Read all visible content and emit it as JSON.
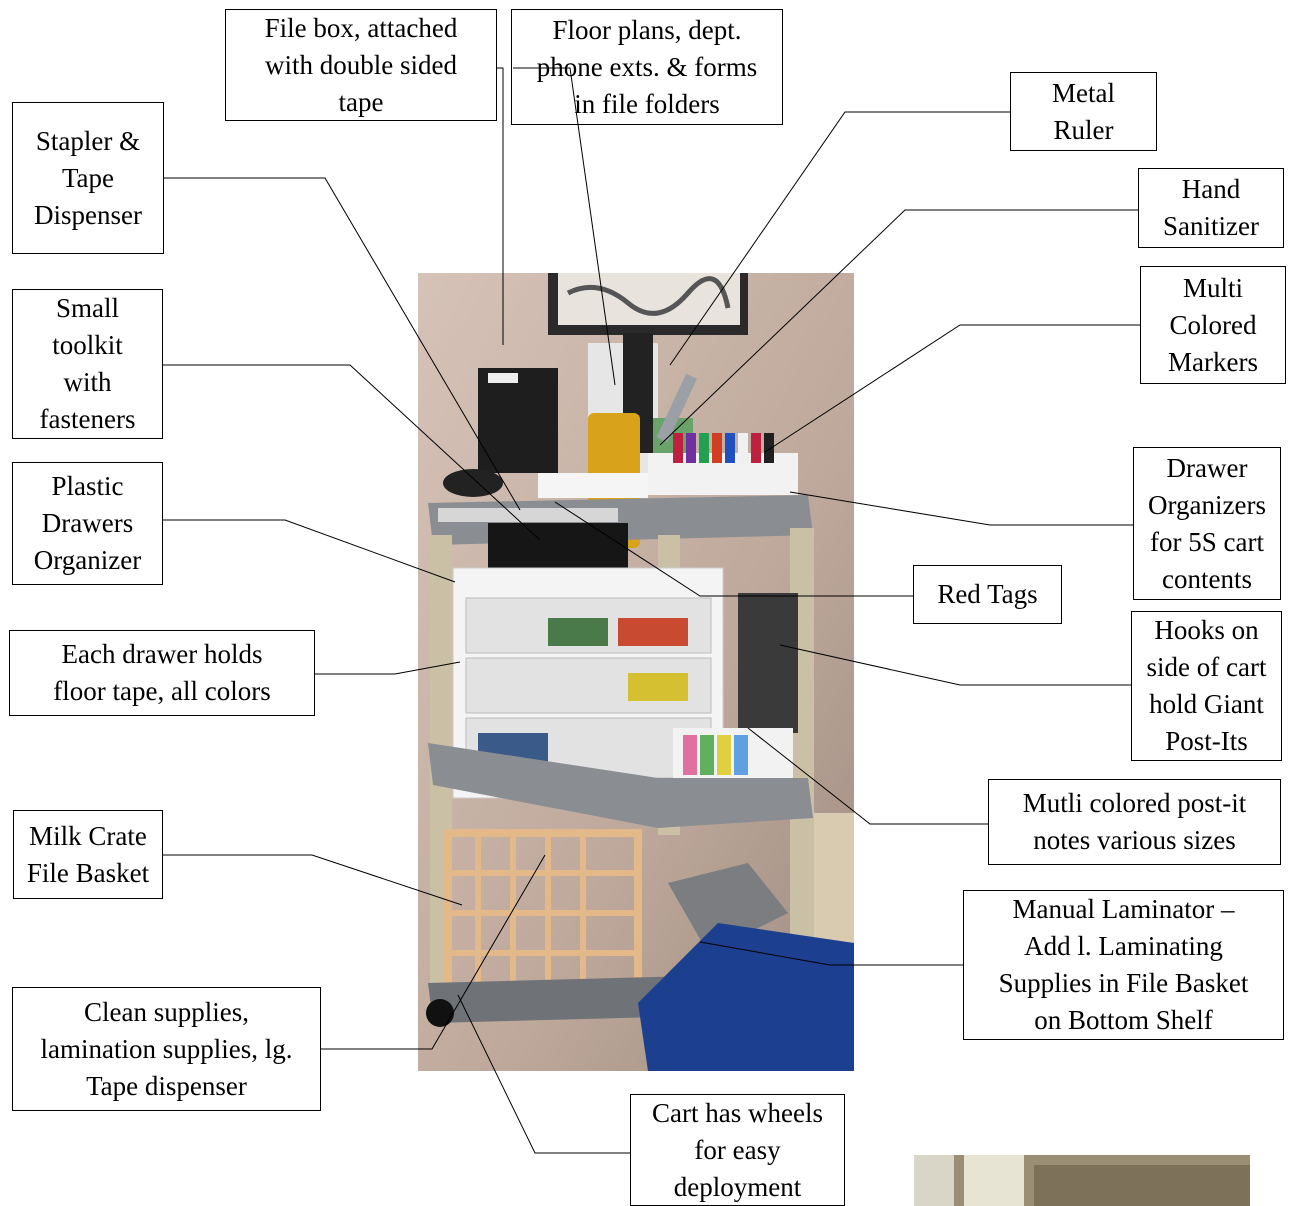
{
  "callouts": [
    {
      "id": "file-box",
      "text": "File box, attached\nwith double sided\ntape"
    },
    {
      "id": "floor-plans",
      "text": "Floor plans, dept.\nphone exts. & forms\nin file folders"
    },
    {
      "id": "metal-ruler",
      "text": "Metal\nRuler"
    },
    {
      "id": "stapler",
      "text": "Stapler &\nTape\nDispenser"
    },
    {
      "id": "hand-sanitizer",
      "text": "Hand\nSanitizer"
    },
    {
      "id": "markers",
      "text": "Multi\nColored\nMarkers"
    },
    {
      "id": "toolkit",
      "text": "Small\ntoolkit\nwith\nfasteners"
    },
    {
      "id": "plastic-drawers",
      "text": "Plastic\nDrawers\nOrganizer"
    },
    {
      "id": "drawer-organizers",
      "text": "Drawer\nOrganizers\nfor 5S cart\ncontents"
    },
    {
      "id": "red-tags",
      "text": "Red Tags"
    },
    {
      "id": "floor-tape",
      "text": "Each drawer holds\nfloor tape, all colors"
    },
    {
      "id": "hooks",
      "text": "Hooks on\nside of cart\nhold Giant\nPost-Its"
    },
    {
      "id": "post-it-notes",
      "text": "Mutli colored post-it\nnotes various sizes"
    },
    {
      "id": "milk-crate",
      "text": "Milk Crate\nFile Basket"
    },
    {
      "id": "laminator",
      "text": "Manual Laminator –\nAdd l. Laminating\nSupplies in File Basket\non Bottom Shelf"
    },
    {
      "id": "clean-supplies",
      "text": "Clean supplies,\nlamination supplies, lg.\nTape dispenser"
    },
    {
      "id": "wheels",
      "text": "Cart has wheels\nfor easy\ndeployment"
    }
  ],
  "colors": {
    "wall": "#c8b3a6",
    "shelf": "#8a8d92",
    "post": "#c9c0a6",
    "crate": "#e4b98a",
    "bin": "#1c3f8f"
  }
}
